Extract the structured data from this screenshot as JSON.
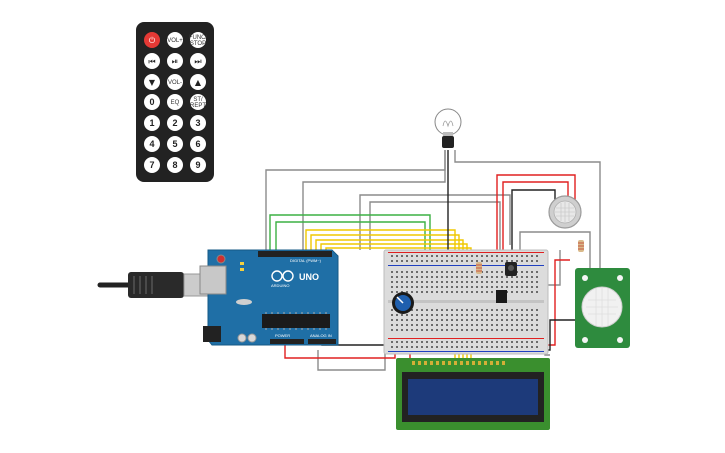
{
  "remote": {
    "buttons": [
      {
        "id": "power",
        "label": ""
      },
      {
        "id": "vol-up",
        "label": "VOL+"
      },
      {
        "id": "func-stop",
        "label": "FUNC/ STOP"
      },
      {
        "id": "prev",
        "label": ""
      },
      {
        "id": "play-pause",
        "label": ""
      },
      {
        "id": "next",
        "label": ""
      },
      {
        "id": "down",
        "label": ""
      },
      {
        "id": "vol-down",
        "label": "VOL-"
      },
      {
        "id": "up",
        "label": ""
      },
      {
        "id": "zero",
        "label": "0"
      },
      {
        "id": "eq",
        "label": "EQ"
      },
      {
        "id": "st-rept",
        "label": "ST/ REPT"
      },
      {
        "id": "one",
        "label": "1"
      },
      {
        "id": "two",
        "label": "2"
      },
      {
        "id": "three",
        "label": "3"
      },
      {
        "id": "four",
        "label": "4"
      },
      {
        "id": "five",
        "label": "5"
      },
      {
        "id": "six",
        "label": "6"
      },
      {
        "id": "seven",
        "label": "7"
      },
      {
        "id": "eight",
        "label": "8"
      },
      {
        "id": "nine",
        "label": "9"
      }
    ]
  },
  "arduino": {
    "brand": "UNO",
    "header_digital": "DIGITAL (PWM~)",
    "header_power": "POWER",
    "header_analog": "ANALOG IN",
    "logo_text": "ARDUINO"
  },
  "pir": {
    "label": ""
  },
  "colors": {
    "wire_gray": "#8c8c8c",
    "wire_green": "#3cb043",
    "wire_yellow": "#f0c800",
    "wire_red": "#e02020",
    "wire_black": "#222222",
    "arduino_blue": "#1f6fa6",
    "lcd_green": "#3a8f2e",
    "lcd_screen": "#1d3a7a"
  }
}
